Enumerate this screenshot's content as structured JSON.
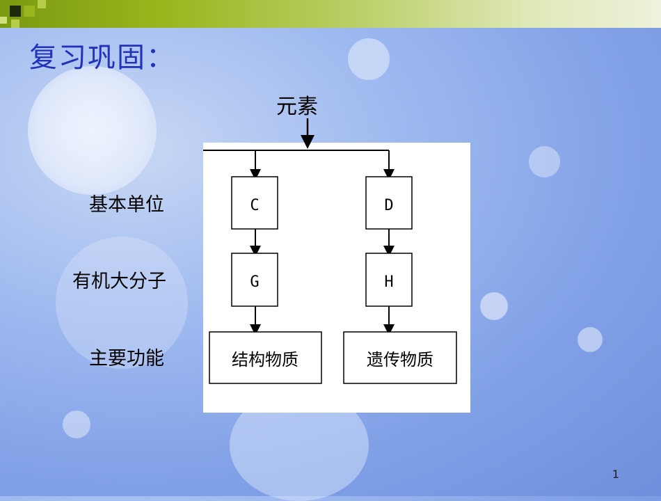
{
  "slide": {
    "title": "复习巩固：",
    "page_number": "1"
  },
  "diagram": {
    "source": "元素",
    "row_labels": [
      "基本单位",
      "有机大分子",
      "主要功能"
    ],
    "left_column": {
      "unit": "C",
      "macromolecule": "G",
      "function": "结构物质"
    },
    "right_column": {
      "unit": "D",
      "macromolecule": "H",
      "function": "遗传物质"
    }
  },
  "colors": {
    "title": "#2233bb",
    "header_bar": "#9ab61e",
    "background": "#8fabe9"
  }
}
